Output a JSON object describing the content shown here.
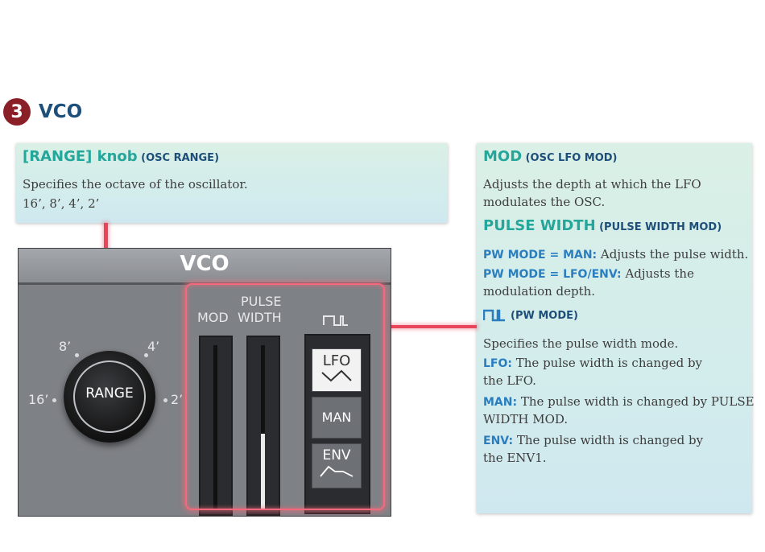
{
  "section": {
    "number": "3",
    "title": "VCO"
  },
  "left_callout": {
    "title": "[RANGE] knob",
    "subtitle": "(OSC RANGE)",
    "line1": "Specifies the octave of the oscillator.",
    "line2": "16’, 8’, 4’, 2’"
  },
  "right_callout": {
    "mod_title": "MOD",
    "mod_sub": "(OSC LFO MOD)",
    "mod_text1": "Adjusts the depth at which the LFO",
    "mod_text2": "modulates the OSC.",
    "pw_title": "PULSE WIDTH",
    "pw_sub": "(PULSE WIDTH MOD)",
    "pw_man_kw": "PW MODE = MAN:",
    "pw_man_text": " Adjusts the pulse width.",
    "pw_lfo_kw": "PW MODE = LFO/ENV:",
    "pw_lfo_text": " Adjusts the",
    "pw_lfo_text2": "modulation depth.",
    "pwmode_sub": "(PW MODE)",
    "pwmode_text": "Specifies the pulse width mode.",
    "lfo_kw": "LFO:",
    "lfo_text1": " The pulse width is changed by",
    "lfo_text2": "the LFO.",
    "man_kw": "MAN:",
    "man_text1": " The pulse width is changed by PULSE",
    "man_text2": "WIDTH MOD.",
    "env_kw": "ENV:",
    "env_text1": " The pulse width is changed by",
    "env_text2": "the ENV1."
  },
  "panel": {
    "title": "VCO",
    "mod_label": "MOD",
    "pulse_label": "PULSE",
    "width_label": "WIDTH",
    "knob_label": "RANGE",
    "range_16": "16’",
    "range_8": "8’",
    "range_4": "4’",
    "range_2": "2’",
    "btn_lfo": "LFO",
    "btn_man": "MAN",
    "btn_env": "ENV"
  },
  "colors": {
    "accent": "#25a69a",
    "keyword": "#2a7ec0",
    "heading": "#1e4f7a",
    "highlight": "#e8455a"
  }
}
